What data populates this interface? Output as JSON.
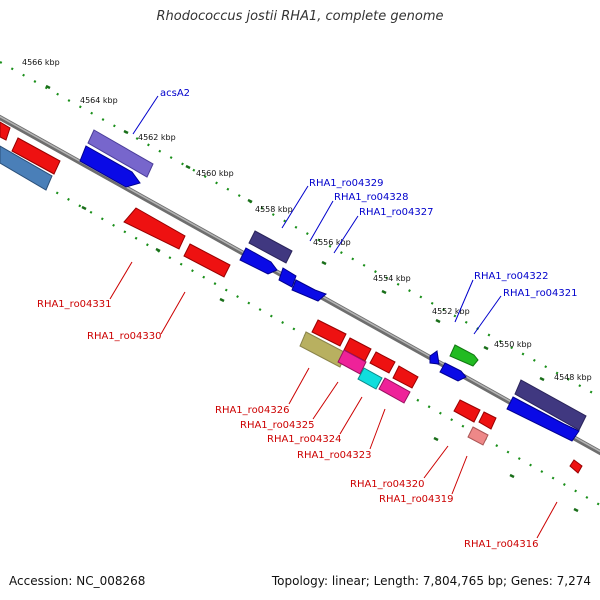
{
  "title": "Rhodococcus jostii RHA1, complete genome",
  "footer": {
    "accession": "Accession: NC_008268",
    "summary": "Topology: linear; Length: 7,804,765 bp; Genes: 7,274"
  },
  "colors": {
    "background": "#ffffff",
    "backbone": "#8c8c8c",
    "forward_label": "#0000cc",
    "reverse_label": "#cc0000",
    "tick_dots": "#1a8f1a"
  },
  "ticks": [
    "4566 kbp",
    "4564 kbp",
    "4562 kbp",
    "4560 kbp",
    "4558 kbp",
    "4556 kbp",
    "4554 kbp",
    "4552 kbp",
    "4550 kbp",
    "4548 kbp"
  ],
  "forward_labels": [
    "acsA2",
    "RHA1_ro04329",
    "RHA1_ro04328",
    "RHA1_ro04327",
    "RHA1_ro04322",
    "RHA1_ro04321"
  ],
  "reverse_labels": [
    "RHA1_ro04331",
    "RHA1_ro04330",
    "RHA1_ro04326",
    "RHA1_ro04325",
    "RHA1_ro04324",
    "RHA1_ro04323",
    "RHA1_ro04320",
    "RHA1_ro04319",
    "RHA1_ro04316"
  ]
}
